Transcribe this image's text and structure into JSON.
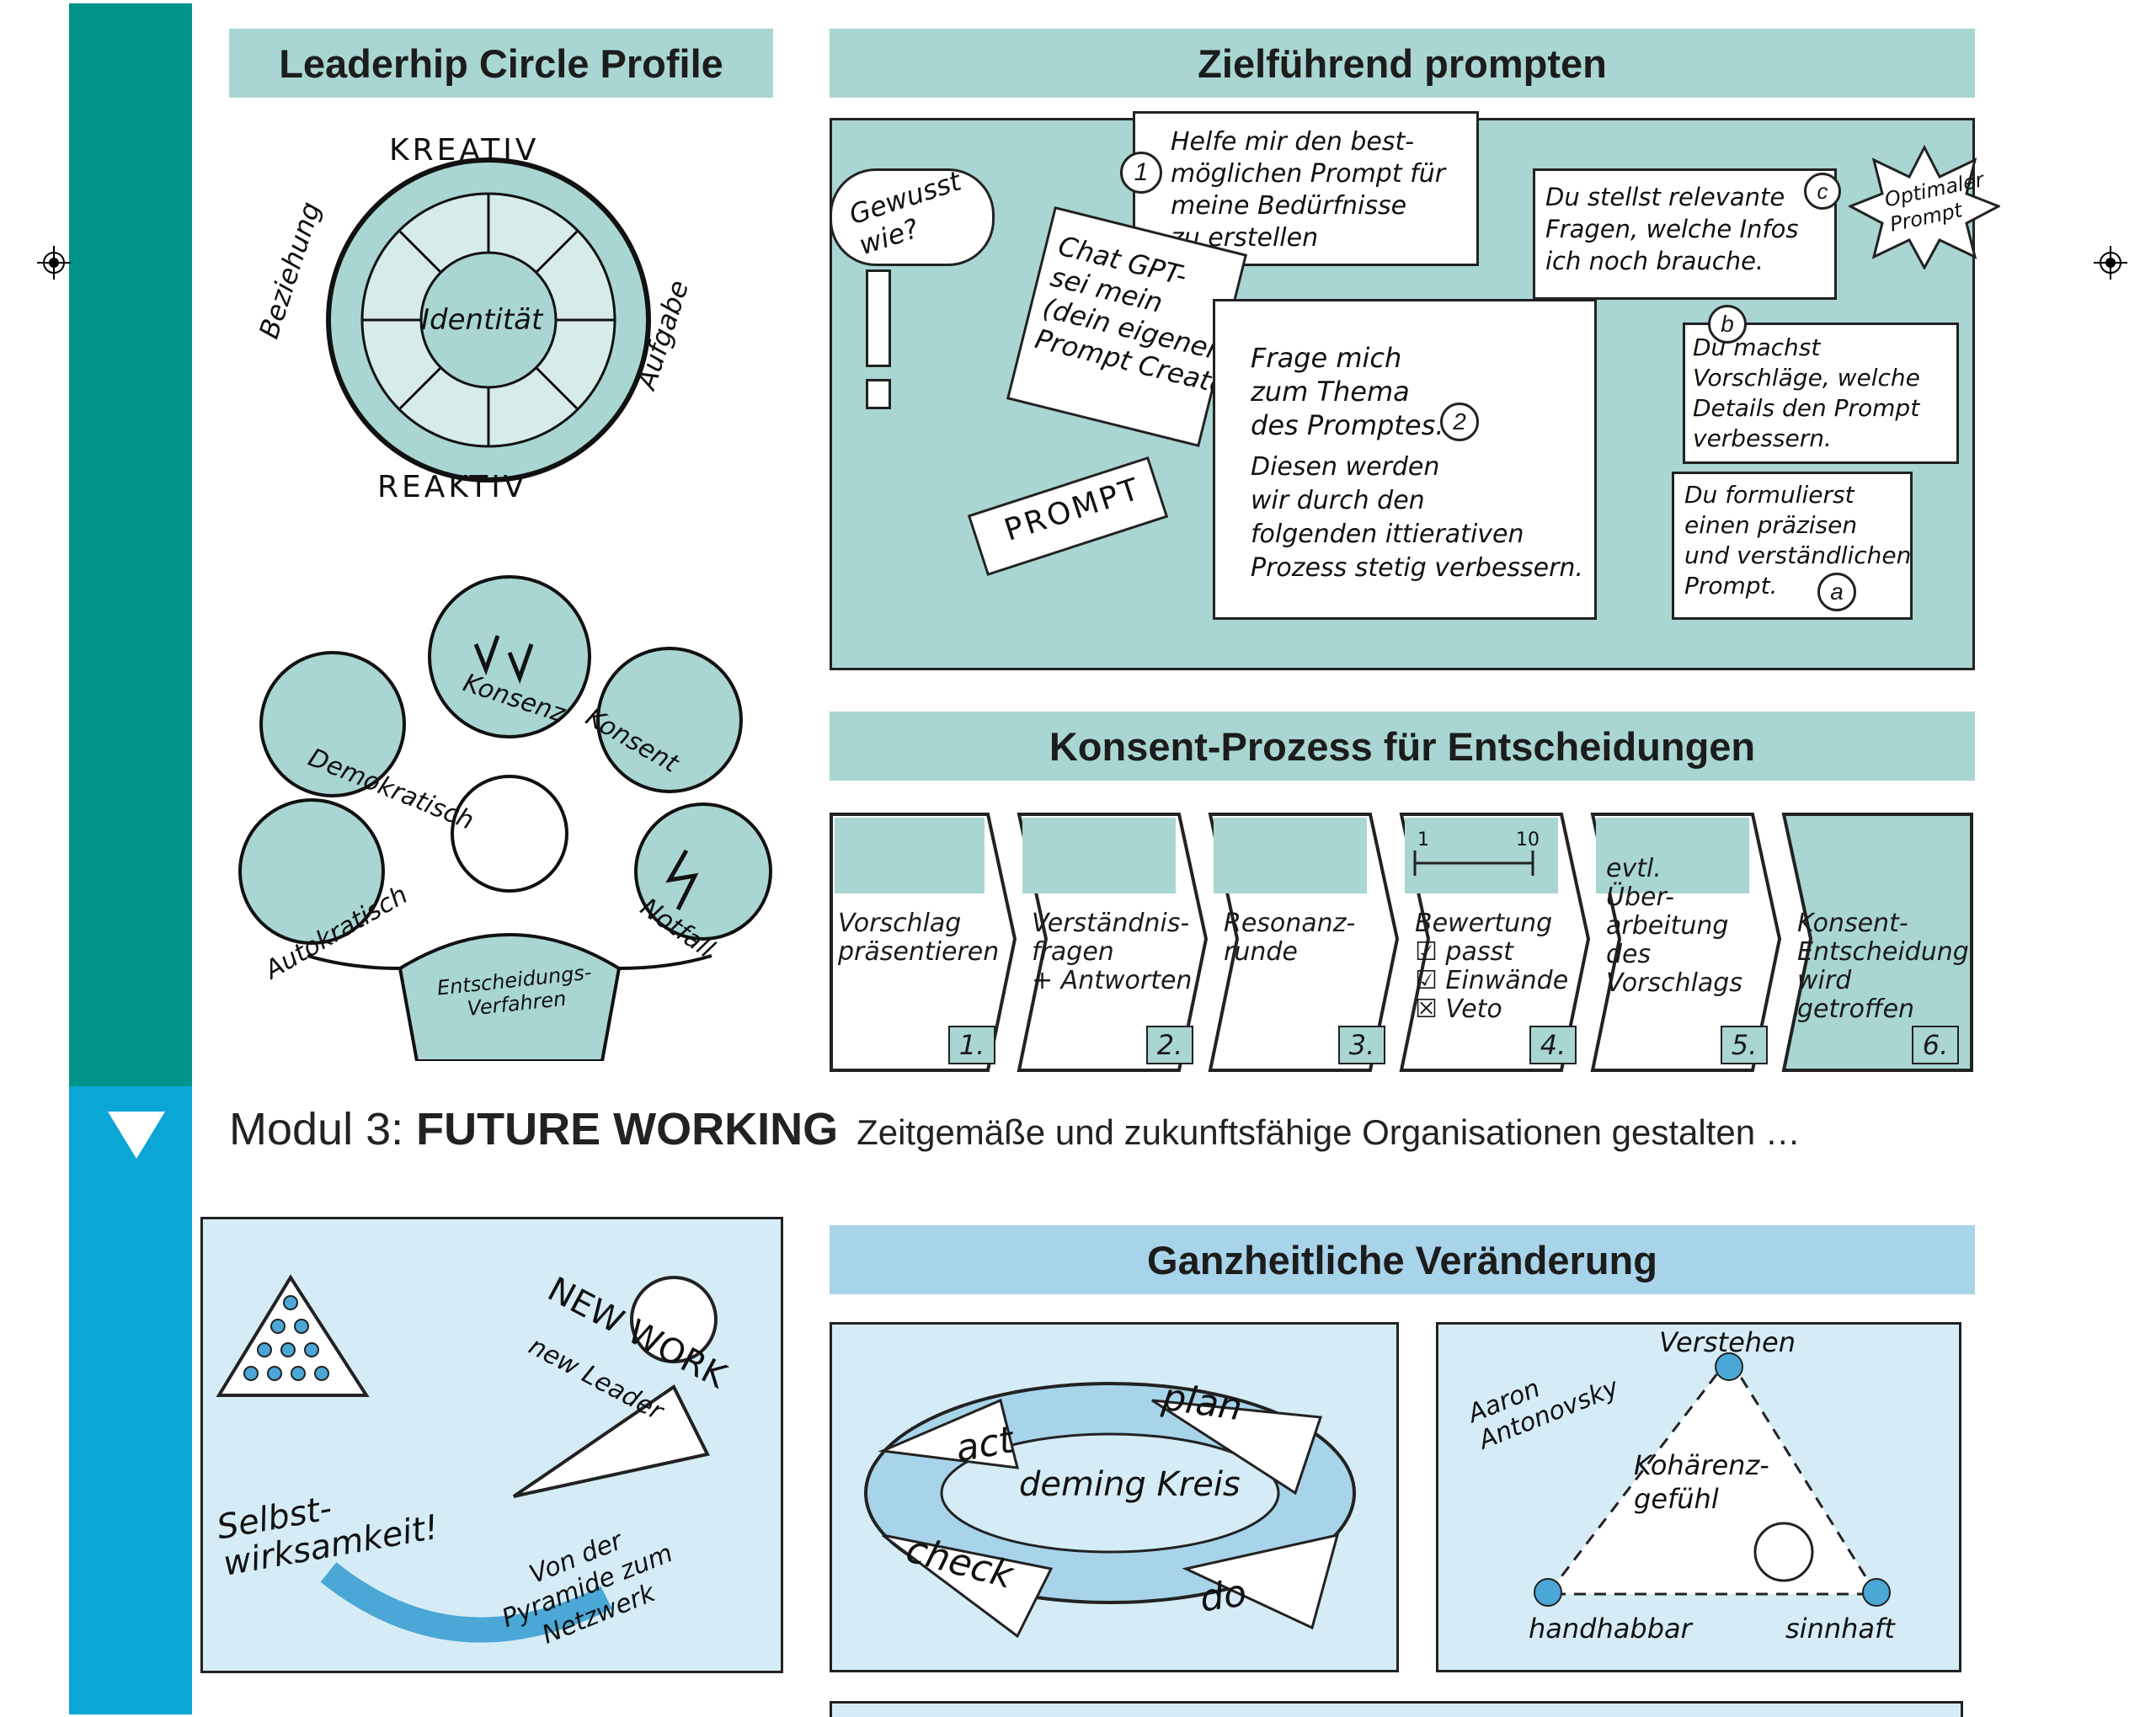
{
  "colors": {
    "teal_band": "#00948a",
    "blue_band": "#0aa6d6",
    "teal_light": "#a9d6d2",
    "blue_light": "#a8d4ea"
  },
  "left_top": {
    "title": "Leaderhip Circle Profile",
    "circle": {
      "top": "KREATIV",
      "bottom": "REAKTIV",
      "left": "Beziehung",
      "right": "Aufgabe",
      "center": "Identität"
    },
    "decisions": {
      "items": [
        "Konsenz",
        "Konsent",
        "Demokratisch",
        "Autokratisch",
        "Notfall"
      ],
      "shirt": "Entscheidungs-\nVerfahren"
    }
  },
  "prompt": {
    "title": "Zielführend prompten",
    "bubble": "Gewusst\nwie?",
    "card1": "Helfe mir den best-\nmöglichen Prompt für\nmeine Bedürfnisse\nzu erstellen",
    "card1_num": "1",
    "creator": "Chat GPT-\nsei mein\n(dein eigener)\nPrompt Creator",
    "ticket": "PROMPT",
    "step2": "Frage mich\nzum Thema\ndes Promptes.",
    "step2_num": "2",
    "step2b": "Diesen werden\nwir durch den\nfolgenden ittierativen\nProzess stetig verbessern.",
    "card_c": "Du stellst relevante\nFragen, welche Infos\nich noch brauche.",
    "card_c_num": "c",
    "optimal": "Optimaler\nPrompt",
    "card_b": "Du machst\nVorschläge, welche\nDetails den Prompt\nverbessern.",
    "card_b_num": "b",
    "card_a": "Du formulierst\neinen präzisen\nund verständlichen\nPrompt.",
    "card_a_num": "a"
  },
  "konsent": {
    "title": "Konsent-Prozess für Entscheidungen",
    "steps": [
      {
        "label": "Vorschlag\npräsentieren",
        "num": "1."
      },
      {
        "label": "Verständnis-\nfragen\n+ Antworten",
        "num": "2."
      },
      {
        "label": "Resonanz-\nrunde",
        "num": "3."
      },
      {
        "label": "Bewertung\n☑ passt\n☑ Einwände\n☒ Veto",
        "num": "4.",
        "scale_min": "1",
        "scale_max": "10"
      },
      {
        "label": "evtl.\nÜber-\narbeitung\ndes\nVorschlags",
        "num": "5."
      },
      {
        "label": "Konsent-\nEntscheidung\nwird\ngetroffen",
        "num": "6."
      }
    ]
  },
  "modul": {
    "prefix": "Modul 3: ",
    "name": "FUTURE WORKING",
    "subtitle": "Zeitgemäße und zukunftsfähige Organisationen gestalten …"
  },
  "newwork": {
    "new_work": "NEW WORK",
    "new_leader": "new Leader",
    "selbst": "Selbst-\nwirksamkeit!",
    "pyramide": "Von der\nPyramide zum\nNetzwerk"
  },
  "ganz": {
    "title": "Ganzheitliche Veränderung",
    "deming": {
      "center": "deming Kreis",
      "act": "act",
      "plan": "plan",
      "check": "check",
      "do": "do"
    },
    "antonovsky": {
      "author": "Aaron\nAntonovsky",
      "top": "Verstehen",
      "center": "Kohärenz-\ngefühl",
      "left": "handhabbar",
      "right": "sinnhaft"
    }
  }
}
